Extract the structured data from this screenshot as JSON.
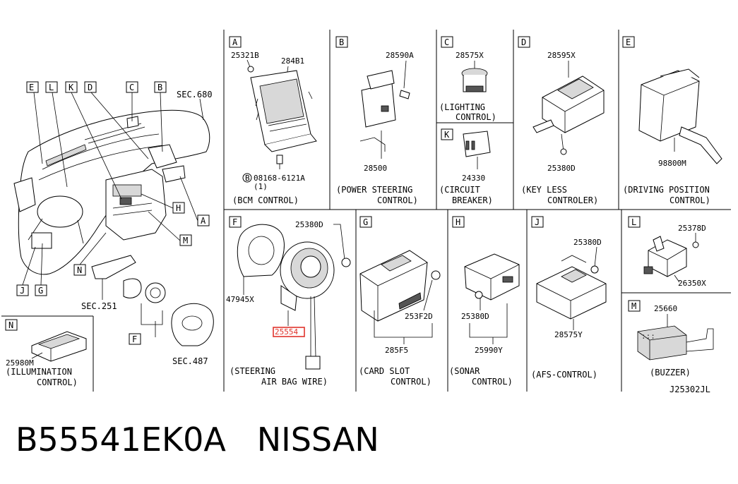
{
  "diagram_code": "J25302JL",
  "caption": {
    "part_number": "B55541EK0A",
    "brand": "NISSAN"
  },
  "overview": {
    "letters": [
      "E",
      "L",
      "K",
      "D",
      "C",
      "B",
      "H",
      "A",
      "M",
      "N",
      "J",
      "G",
      "F"
    ],
    "refs": [
      "SEC.680",
      "SEC.251",
      "SEC.487"
    ]
  },
  "inset_n": {
    "letter": "N",
    "part": "25980M",
    "title": [
      "(ILLUMINATION",
      "CONTROL)"
    ]
  },
  "panels": {
    "a": {
      "letter": "A",
      "parts": [
        "25321B",
        "284B1",
        "08168-6121A",
        "(1)"
      ],
      "bolt_letter": "B",
      "title": "(BCM CONTROL)"
    },
    "b": {
      "letter": "B",
      "parts": [
        "28590A",
        "28500"
      ],
      "title": [
        "(POWER STEERING",
        "CONTROL)"
      ]
    },
    "c": {
      "letter": "C",
      "parts": [
        "28575X"
      ],
      "title": [
        "(LIGHTING",
        "CONTROL)"
      ]
    },
    "k": {
      "letter": "K",
      "parts": [
        "24330"
      ],
      "title": [
        "(CIRCUIT",
        "BREAKER)"
      ]
    },
    "d": {
      "letter": "D",
      "parts": [
        "28595X",
        "25380D"
      ],
      "title": [
        "(KEY LESS",
        "CONTROLER)"
      ]
    },
    "e": {
      "letter": "E",
      "parts": [
        "98800M"
      ],
      "title": [
        "(DRIVING POSITION",
        "CONTROL)"
      ]
    },
    "f": {
      "letter": "F",
      "parts": [
        "25380D",
        "47945X",
        "25554"
      ],
      "title": [
        "(STEERING",
        "AIR BAG WIRE)"
      ]
    },
    "g": {
      "letter": "G",
      "parts": [
        "253F2D",
        "285F5"
      ],
      "title": [
        "(CARD SLOT",
        "CONTROL)"
      ]
    },
    "h": {
      "letter": "H",
      "parts": [
        "25380D",
        "25990Y"
      ],
      "title": [
        "(SONAR",
        "CONTROL)"
      ]
    },
    "j": {
      "letter": "J",
      "parts": [
        "25380D",
        "28575Y"
      ],
      "title": "(AFS-CONTROL)"
    },
    "l": {
      "letter": "L",
      "parts": [
        "25378D",
        "26350X"
      ]
    },
    "m": {
      "letter": "M",
      "parts": [
        "25660"
      ],
      "title": "(BUZZER)"
    }
  }
}
